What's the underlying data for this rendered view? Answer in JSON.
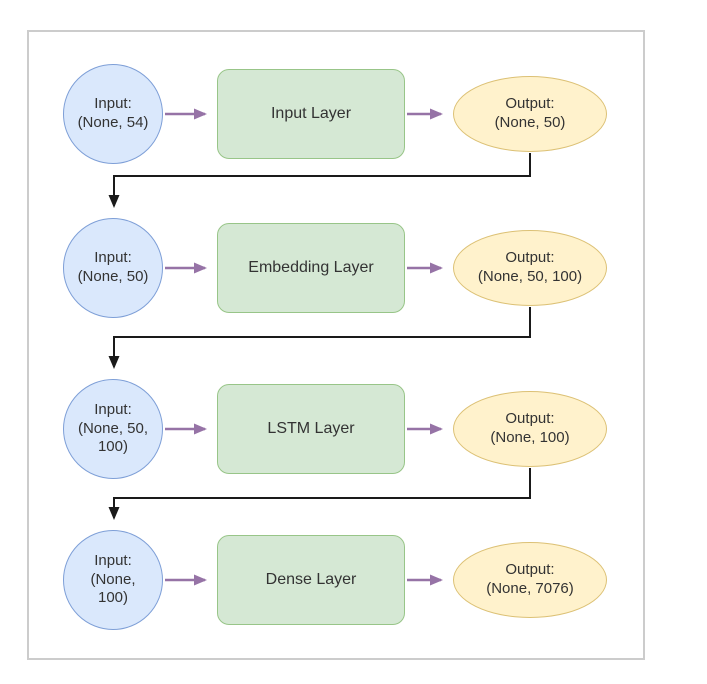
{
  "diagram": {
    "type": "flowchart",
    "description": "Neural network model architecture flow",
    "rows": [
      {
        "input": "Input:\n(None, 54)",
        "layer": "Input Layer",
        "output": "Output:\n(None, 50)"
      },
      {
        "input": "Input:\n(None, 50)",
        "layer": "Embedding Layer",
        "output": "Output:\n(None, 50, 100)"
      },
      {
        "input": "Input:\n(None, 50,\n100)",
        "layer": "LSTM Layer",
        "output": "Output:\n(None, 100)"
      },
      {
        "input": "Input:\n(None,\n100)",
        "layer": "Dense Layer",
        "output": "Output:\n(None, 7076)"
      }
    ],
    "colors": {
      "input_node_fill": "#dae8fc",
      "input_node_stroke": "#7e9fd7",
      "layer_node_fill": "#d5e8d4",
      "layer_node_stroke": "#98c588",
      "output_node_fill": "#fff2cc",
      "output_node_stroke": "#dcc175",
      "flow_arrow": "#9673a6",
      "row_connector": "#1a1a1a",
      "frame_border": "#cccccc",
      "text": "#333333"
    }
  }
}
